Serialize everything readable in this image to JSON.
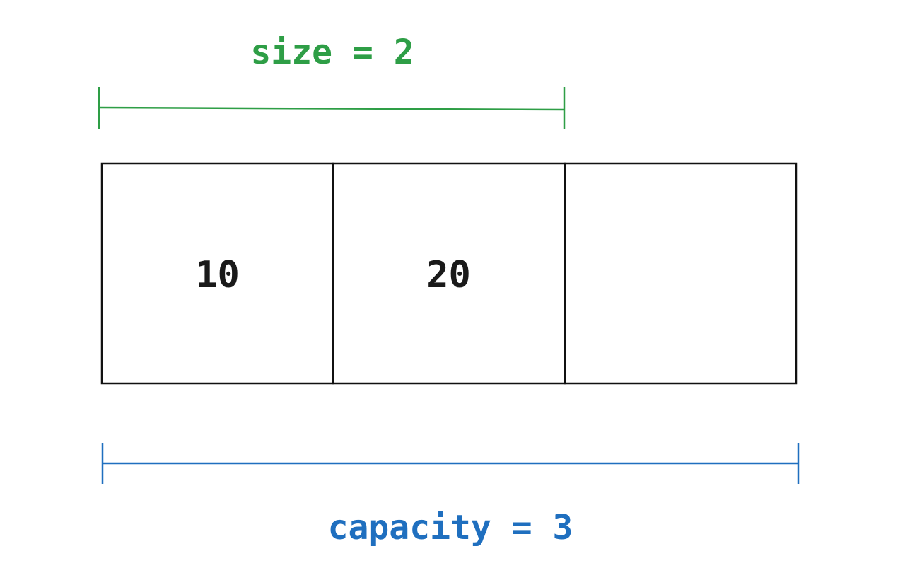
{
  "size_bracket": {
    "label": "size = 2",
    "color": "#2e9e46"
  },
  "capacity_bracket": {
    "label": "capacity = 3",
    "color": "#1f6fbf"
  },
  "array": {
    "cells": [
      {
        "value": "10"
      },
      {
        "value": "20"
      },
      {
        "value": ""
      }
    ],
    "text_color": "#1a1a1a",
    "border_color": "#111111"
  }
}
